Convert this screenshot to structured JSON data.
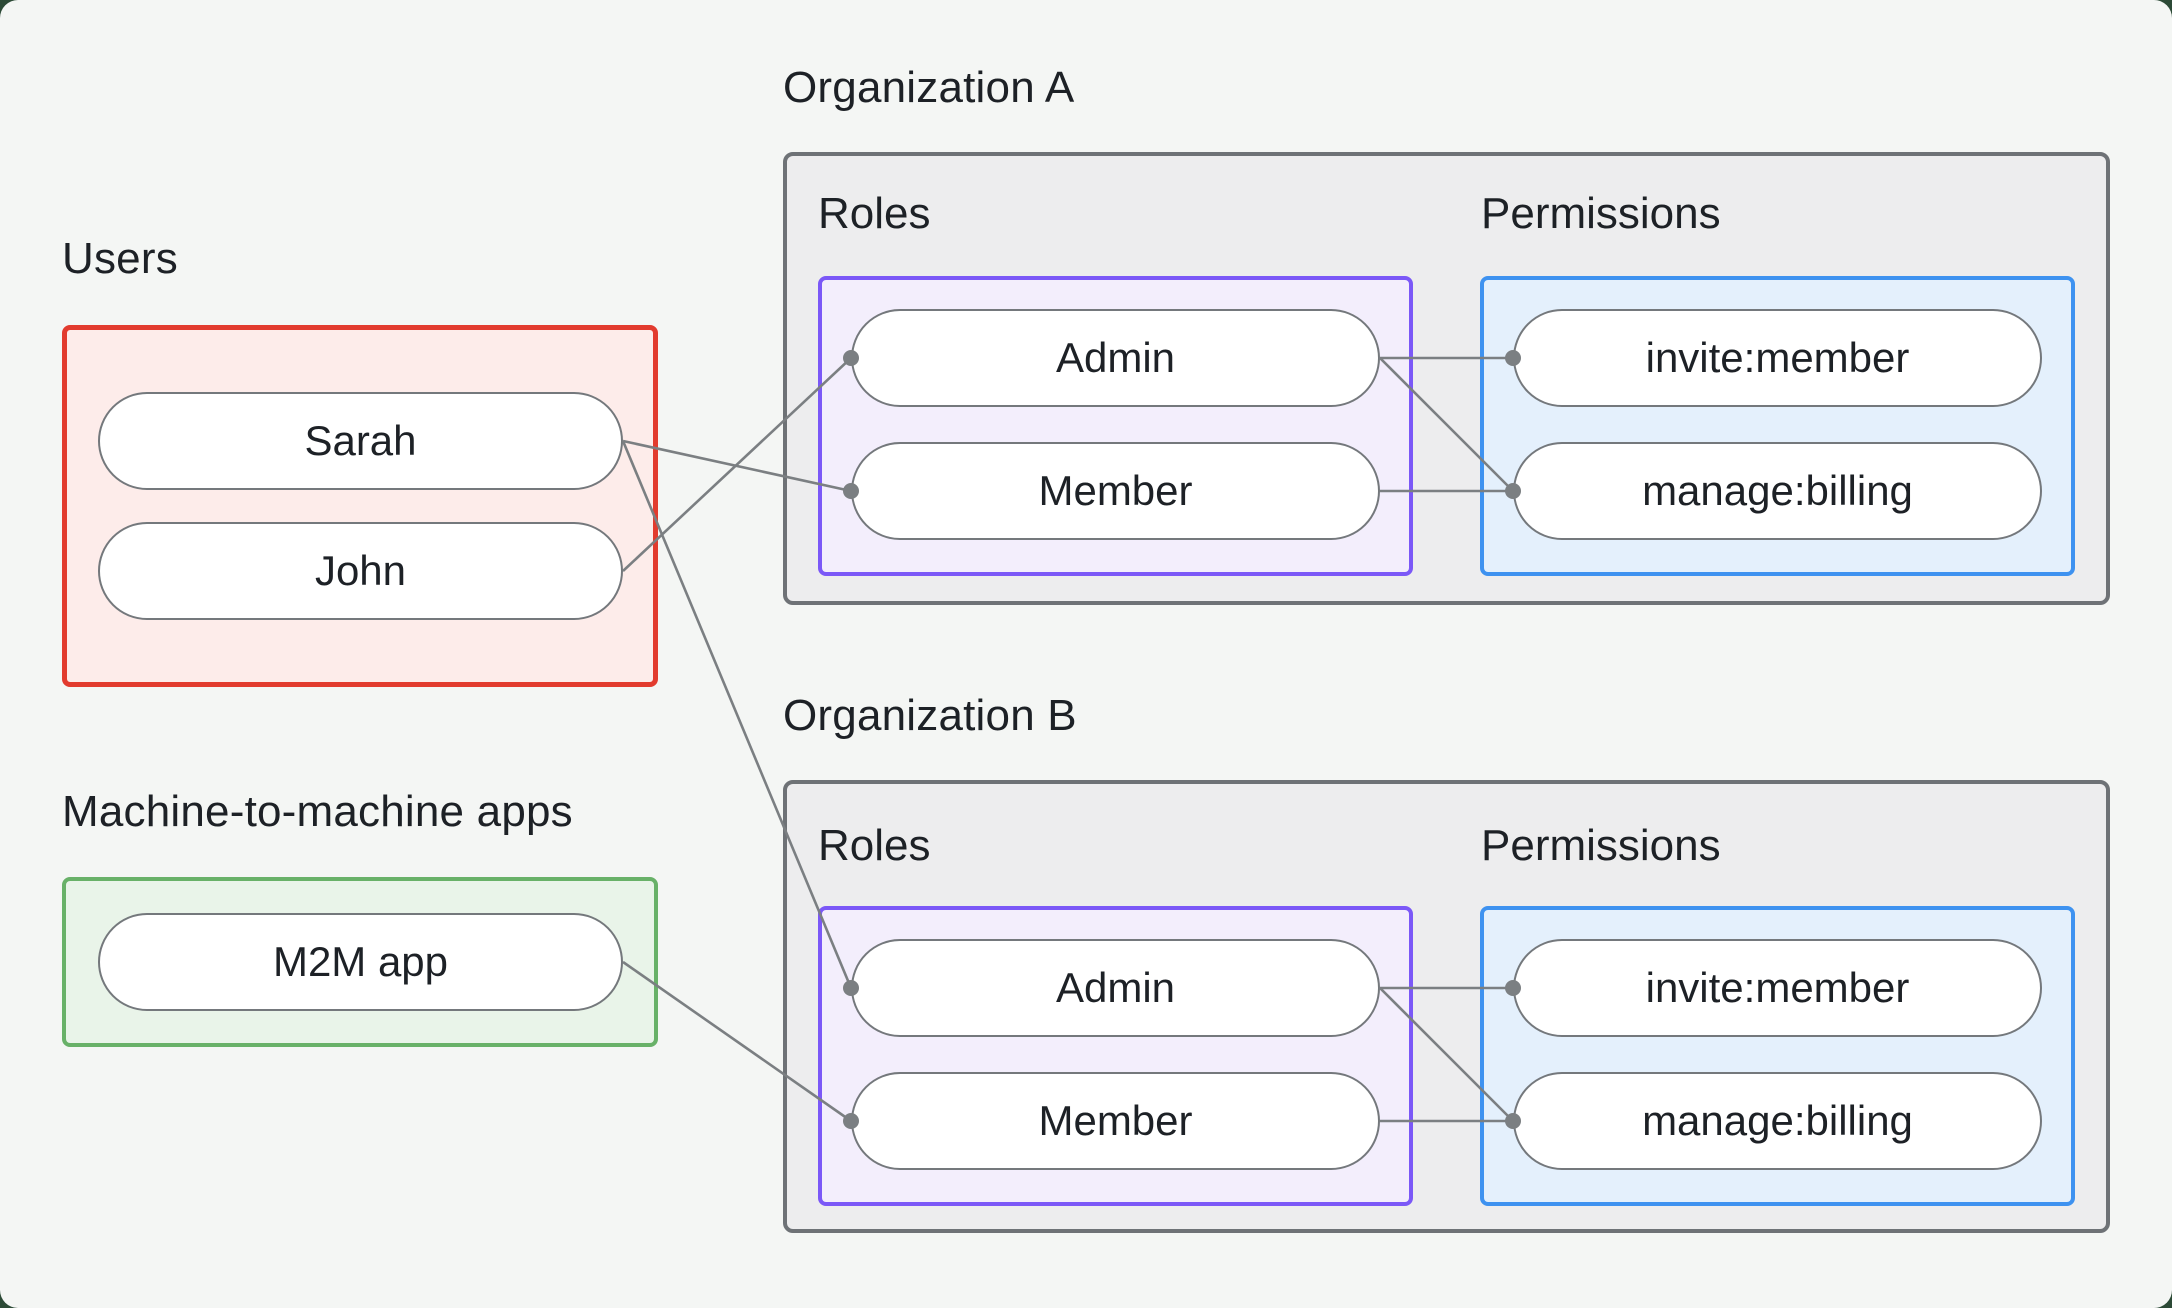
{
  "labels": {
    "users": "Users",
    "m2m_apps": "Machine-to-machine apps",
    "org_a": "Organization A",
    "org_b": "Organization B",
    "roles": "Roles",
    "permissions": "Permissions"
  },
  "nodes": {
    "sarah": "Sarah",
    "john": "John",
    "m2m_app": "M2M app",
    "org_a_admin": "Admin",
    "org_a_member": "Member",
    "org_a_invite": "invite:member",
    "org_a_billing": "manage:billing",
    "org_b_admin": "Admin",
    "org_b_member": "Member",
    "org_b_invite": "invite:member",
    "org_b_billing": "manage:billing"
  },
  "edges": [
    {
      "from": "sarah",
      "to": "org_a_member"
    },
    {
      "from": "john",
      "to": "org_a_admin"
    },
    {
      "from": "sarah",
      "to": "org_b_admin"
    },
    {
      "from": "m2m_app",
      "to": "org_b_member"
    },
    {
      "from": "org_a_admin",
      "to": "org_a_invite"
    },
    {
      "from": "org_a_admin",
      "to": "org_a_billing"
    },
    {
      "from": "org_a_member",
      "to": "org_a_billing"
    },
    {
      "from": "org_b_admin",
      "to": "org_b_invite"
    },
    {
      "from": "org_b_admin",
      "to": "org_b_billing"
    },
    {
      "from": "org_b_member",
      "to": "org_b_billing"
    }
  ],
  "colors": {
    "page_bg": "#f4f6f4",
    "outer_bg": "#2c4a36",
    "text": "#1d2126",
    "line": "#7b7f82",
    "dot": "#7b7f82",
    "pill_bg": "#ffffff",
    "pill_border": "#74787c",
    "org_box_bg": "#ededee",
    "org_box_border": "#6e7276",
    "users_bg": "#fdecea",
    "users_border": "#e23b2e",
    "m2m_bg": "#e9f4e9",
    "m2m_border": "#68b168",
    "roles_bg": "#f3eefc",
    "roles_border": "#7b58f7",
    "perms_bg": "#e4f0fc",
    "perms_border": "#3e92f0"
  },
  "style": {
    "line_width": 2.6,
    "dot_radius": 8
  }
}
